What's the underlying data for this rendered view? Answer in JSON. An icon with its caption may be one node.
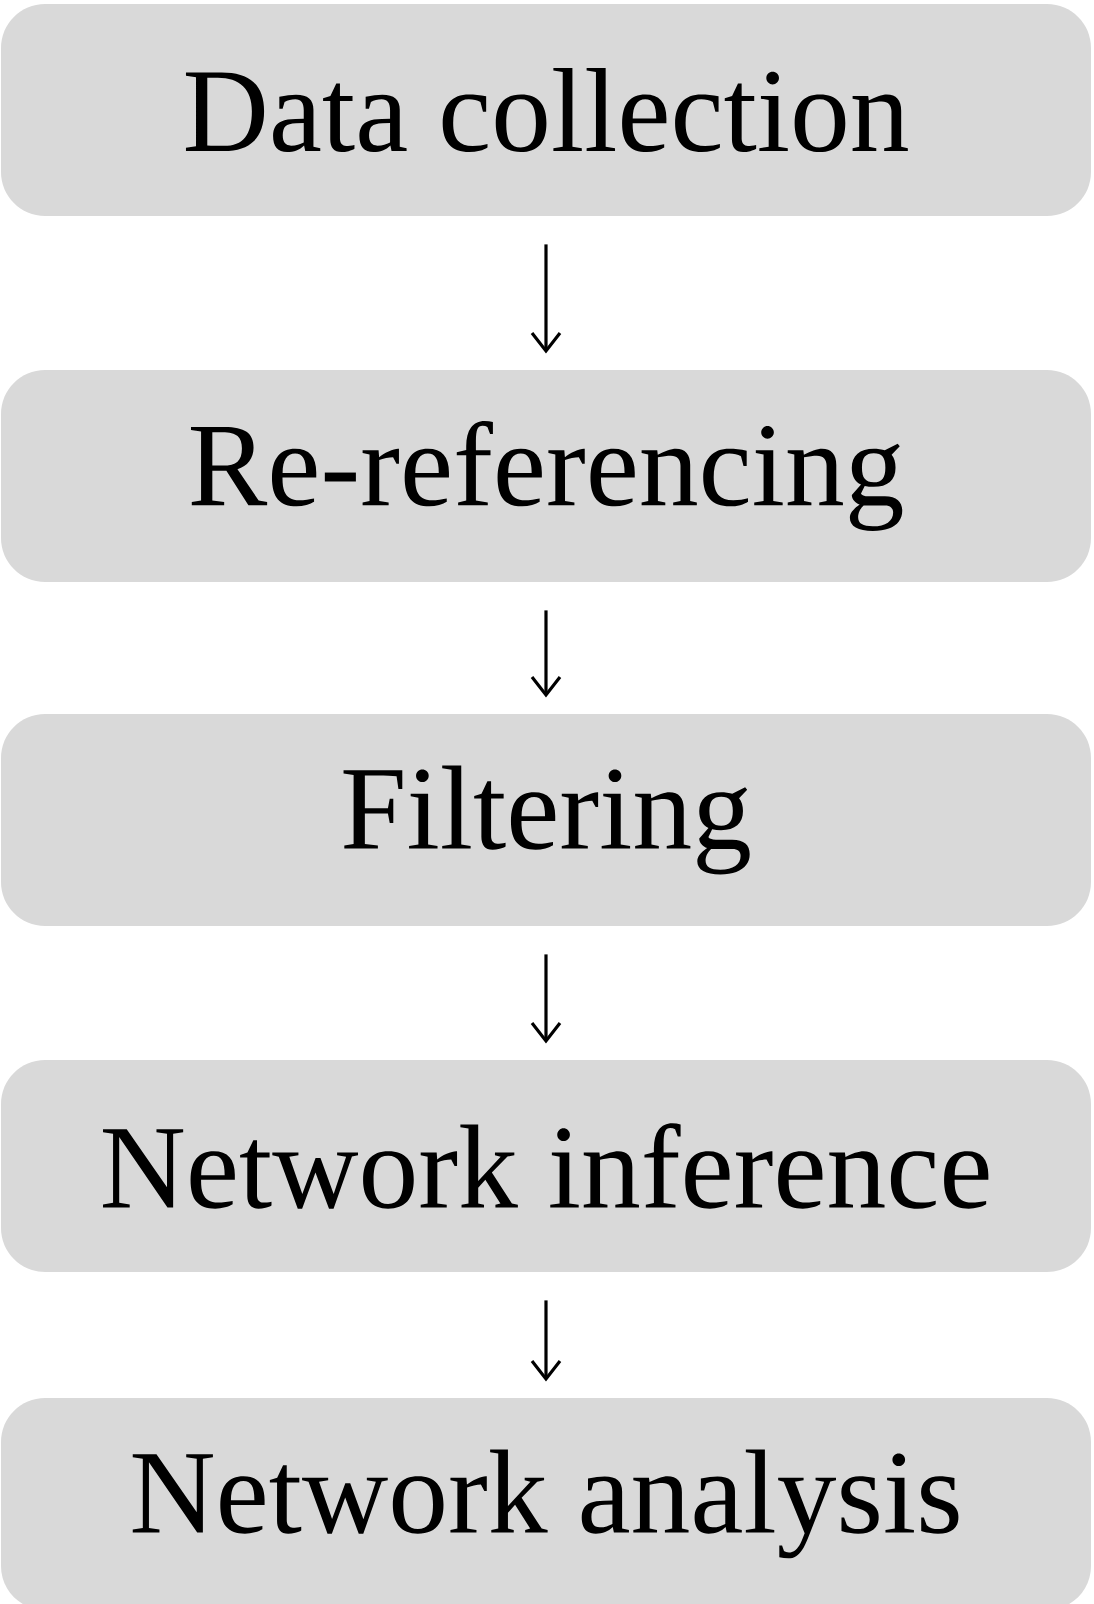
{
  "diagram": {
    "nodes": [
      {
        "text": [
          "Data collection"
        ]
      },
      {
        "text": [
          "Re-referencing"
        ]
      },
      {
        "text": [
          "Filtering"
        ]
      },
      {
        "text": [
          "Network inference"
        ]
      },
      {
        "text": [
          "Network analysis"
        ]
      }
    ],
    "edges": [
      {
        "from": 0,
        "to": 1,
        "arrow": "to"
      },
      {
        "from": 1,
        "to": 2,
        "arrow": "to"
      },
      {
        "from": 2,
        "to": 3,
        "arrow": "to"
      },
      {
        "from": 3,
        "to": 4,
        "arrow": "to"
      }
    ]
  }
}
